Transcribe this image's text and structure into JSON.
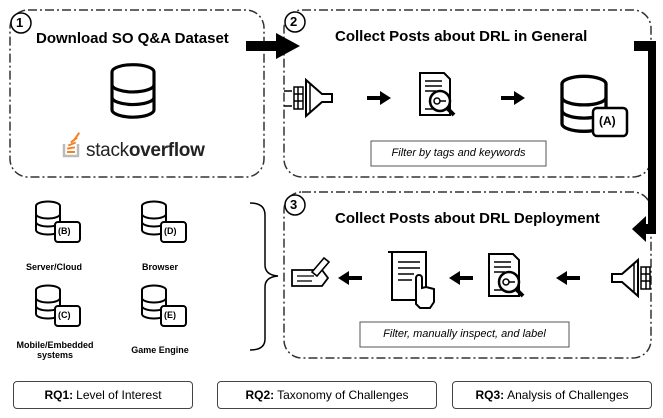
{
  "steps": [
    {
      "number": "1",
      "title": "Download SO Q&A Dataset"
    },
    {
      "number": "2",
      "title": "Collect Posts about DRL in General",
      "filter_note": "Filter by tags and keywords"
    },
    {
      "number": "3",
      "title": "Collect Posts about DRL Deployment",
      "filter_note": "Filter, manually inspect, and label"
    }
  ],
  "logo": {
    "part1": "stack",
    "part2": "overflow",
    "color": "#f48024"
  },
  "databases": {
    "A": {
      "badge": "(A)"
    },
    "B": {
      "badge": "(B)",
      "label": "Server/Cloud"
    },
    "C": {
      "badge": "(C)",
      "label_line1": "Mobile/Embedded",
      "label_line2": "systems"
    },
    "D": {
      "badge": "(D)",
      "label": "Browser"
    },
    "E": {
      "badge": "(E)",
      "label": "Game Engine"
    }
  },
  "research_questions": [
    {
      "id": "RQ1:",
      "text": "Level of Interest"
    },
    {
      "id": "RQ2:",
      "text": "Taxonomy of Challenges"
    },
    {
      "id": "RQ3:",
      "text": "Analysis of Challenges"
    }
  ],
  "icons": [
    "database-icon",
    "filter-funnel-icon",
    "document-search-icon",
    "document-touch-icon",
    "label-pencil-icon",
    "arrow-icon"
  ]
}
